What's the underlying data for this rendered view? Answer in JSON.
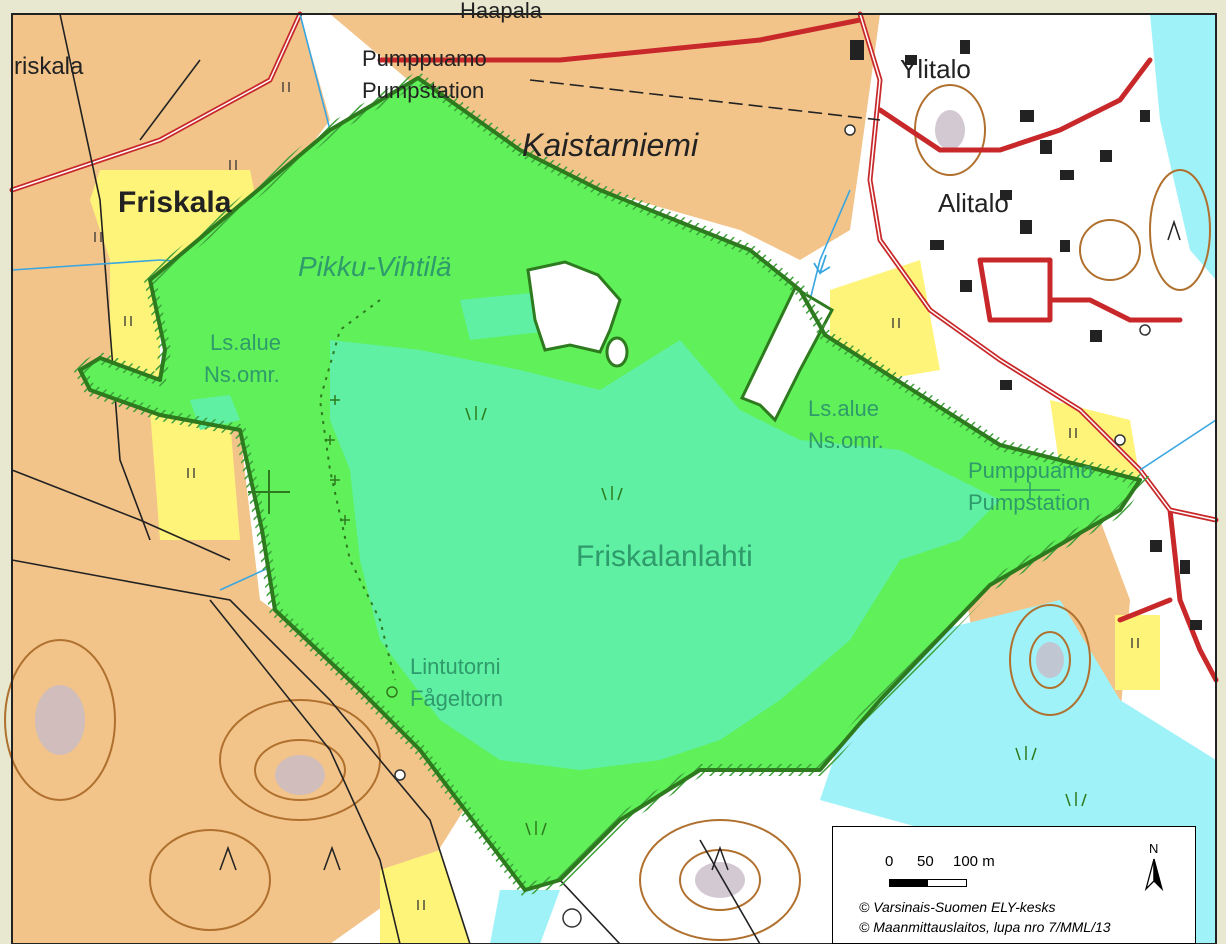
{
  "labels": {
    "place_friskala_top": "riskala",
    "place_friskala": "Friskala",
    "place_kaistarniemi": "Kaistarniemi",
    "place_pikku_vihtila": "Pikku-Vihtilä",
    "place_ylitalo": "Ylitalo",
    "place_alitalo": "Alitalo",
    "place_friskalanlahti": "Friskalanlahti",
    "place_haapala": "Haapala",
    "pump1_fi": "Pumppuamo",
    "pump1_sv": "Pumpstation",
    "pump2_fi": "Pumppuamo",
    "pump2_sv": "Pumpstation",
    "ls1_a": "Ls.alue",
    "ls1_b": "Ns.omr.",
    "ls2_a": "Ls.alue",
    "ls2_b": "Ns.omr.",
    "tower_fi": "Lintutorni",
    "tower_sv": "Fågeltorn"
  },
  "scale": {
    "tick_0": "0",
    "tick_50": "50",
    "tick_100": "100 m",
    "north": "N"
  },
  "copyright": {
    "line1": "© Varsinais-Suomen ELY-kesks",
    "line2": "© Maanmittauslaitos, lupa nro 7/MML/13"
  },
  "colors": {
    "field": "#f2c48a",
    "meadow": "#fff47a",
    "forest": "#ffffff",
    "water": "#9ff2f8",
    "protected": "#5ff05a",
    "wetland": "#5ff0a4",
    "road": "#c8282a",
    "contour": "#b0702e",
    "border": "#2e7a1e",
    "stream": "#3aa6e0"
  }
}
